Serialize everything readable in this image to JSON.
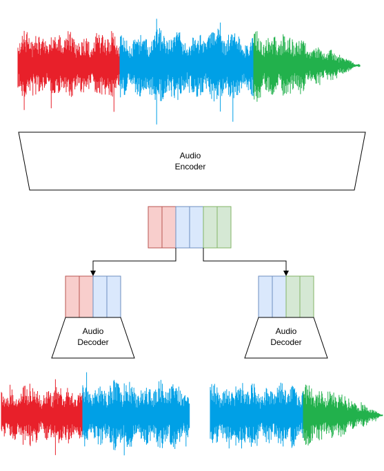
{
  "encoder": {
    "line1": "Audio",
    "line2": "Encoder"
  },
  "decoder_left": {
    "line1": "Audio",
    "line2": "Decoder"
  },
  "decoder_right": {
    "line1": "Audio",
    "line2": "Decoder"
  },
  "colors": {
    "red": "#e8202a",
    "blue": "#00a0e6",
    "green": "#22b14c",
    "token_red_fill": "#f8cecc",
    "token_red_stroke": "#b85450",
    "token_blue_fill": "#dae8fc",
    "token_blue_stroke": "#6c8ebf",
    "token_green_fill": "#d5e8d4",
    "token_green_stroke": "#82b366"
  },
  "token_sequence": [
    "red",
    "red",
    "blue",
    "blue",
    "green",
    "green"
  ],
  "left_tokens": [
    "red",
    "red",
    "blue",
    "blue"
  ],
  "right_tokens": [
    "blue",
    "blue",
    "green",
    "green"
  ]
}
